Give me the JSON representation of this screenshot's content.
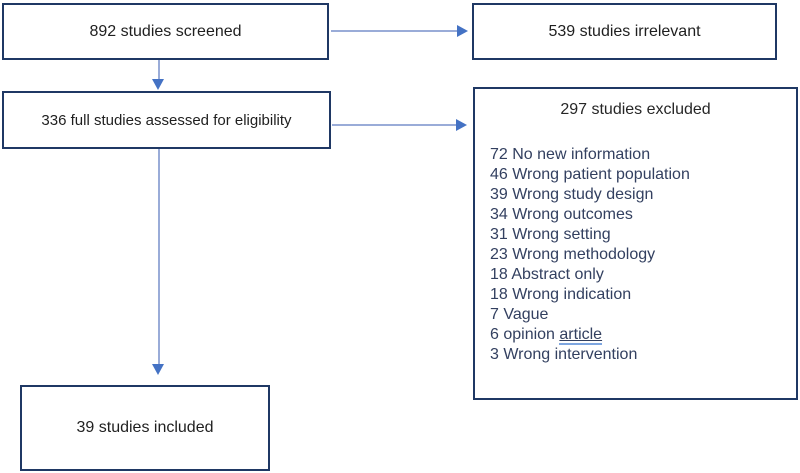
{
  "flow": {
    "screened_label": "892 studies screened",
    "irrelevant_label": "539 studies irrelevant",
    "assessed_label": "336 full studies assessed for eligibility",
    "included_label": "39 studies included",
    "excluded": {
      "title": "297 studies excluded",
      "reasons": [
        {
          "text": "72 No new information"
        },
        {
          "text": "46 Wrong patient population"
        },
        {
          "text": "39 Wrong study design"
        },
        {
          "text": "34 Wrong outcomes"
        },
        {
          "text": "31 Wrong setting"
        },
        {
          "text": "23 Wrong methodology"
        },
        {
          "text": "18 Abstract only"
        },
        {
          "text": "18 Wrong indication"
        },
        {
          "text": "7 Vague"
        },
        {
          "prefix": "6 opinion ",
          "underlined": "article"
        },
        {
          "text": "3 Wrong intervention"
        }
      ]
    },
    "colors": {
      "box_border": "#1f3864",
      "arrow_line": "#9aacd8",
      "arrow_head": "#4472c4",
      "reason_text": "#334060",
      "label_text": "#1f1f1f",
      "grammar_underline": "#7ea6e0"
    }
  }
}
